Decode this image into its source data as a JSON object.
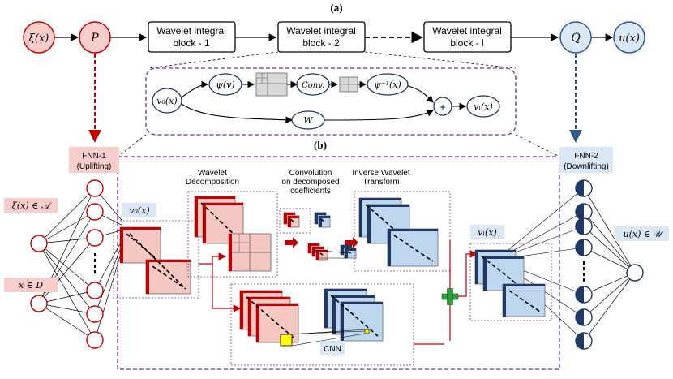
{
  "panels": {
    "a": "(a)",
    "b": "(b)"
  },
  "pipeline": {
    "input": "ξ(x)",
    "lift": "P",
    "blocks": [
      "Wavelet integral",
      "block - 1",
      "Wavelet integral",
      "block - 2",
      "Wavelet integral",
      "block - l"
    ],
    "project": "Q",
    "output": "u(x)"
  },
  "block_detail": {
    "v0": "v₀(x)",
    "psi": "ψ(v)",
    "conv": "Conv.",
    "psi_inv": "ψ⁻¹(x)",
    "w": "W",
    "plus": "+",
    "vl": "vₗ(x)"
  },
  "fnn1": {
    "title_line1": "FNN-1",
    "title_line2": "(Uplifting)",
    "in1": "ξ(x) ∈ 𝒜",
    "in2": "x ∈ D"
  },
  "fnn2": {
    "title_line1": "FNN-2",
    "title_line2": "(Downlifting)",
    "out": "u(x) ∈ 𝒰"
  },
  "detail_b": {
    "v0": "v₀(x)",
    "vl": "vₗ(x)",
    "wd1": "Wavelet",
    "wd2": "Decomposition",
    "cv1": "Convolution",
    "cv2": "on decomposed",
    "cv3": "coefficients",
    "iw1": "Inverse Wavelet",
    "iw2": "Transform",
    "cnn": "CNN"
  },
  "colors": {
    "red": "#c00000",
    "blue": "#1f3864",
    "pink": "#f4c7c3",
    "lightblue": "#bdd7ee",
    "purple": "#7030a0"
  }
}
